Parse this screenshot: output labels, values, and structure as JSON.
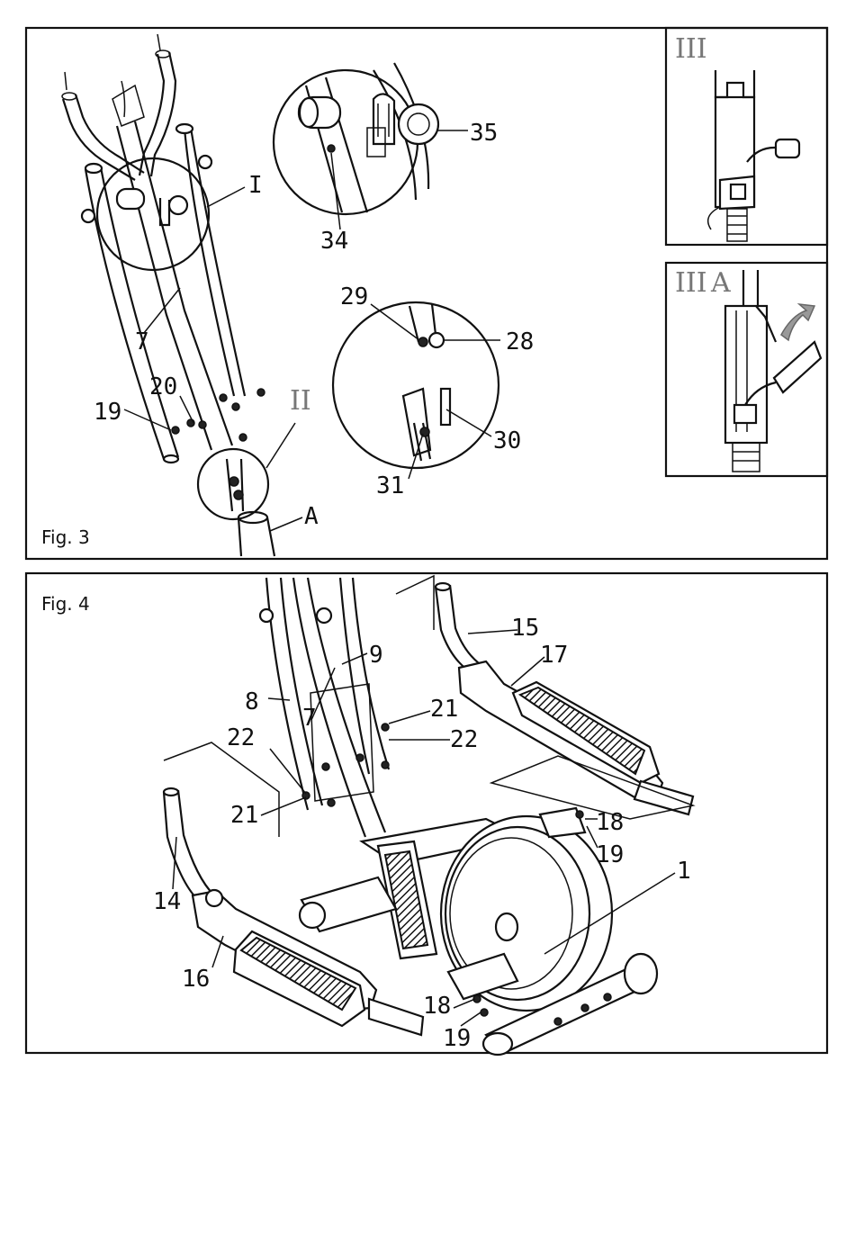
{
  "figure3": {
    "caption": "Fig. 3",
    "detail_labels": {
      "I": "I",
      "II": "II",
      "III": "III",
      "IIIA_roman": "III",
      "IIIA_letter": "A"
    },
    "part_labels": {
      "p7": "7",
      "p19": "19",
      "p20": "20",
      "pA": "A",
      "p34": "34",
      "p35": "35",
      "p28": "28",
      "p29": "29",
      "p30": "30",
      "p31": "31"
    }
  },
  "figure4": {
    "caption": "Fig. 4",
    "part_labels": {
      "p1": "1",
      "p7": "7",
      "p8": "8",
      "p9": "9",
      "p14": "14",
      "p15": "15",
      "p16": "16",
      "p17": "17",
      "p18a": "18",
      "p19a": "19",
      "p18b": "18",
      "p19b": "19",
      "p21a": "21",
      "p22a": "22",
      "p21b": "21",
      "p22b": "22"
    }
  }
}
